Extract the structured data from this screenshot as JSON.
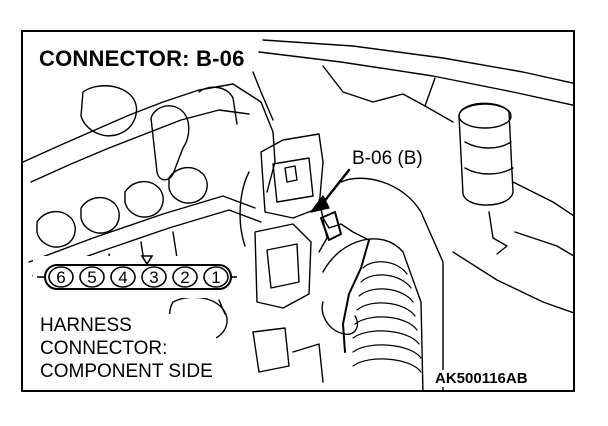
{
  "title": "CONNECTOR: B-06",
  "callout": "B-06 (B)",
  "harness_label": [
    "HARNESS",
    "CONNECTOR:",
    "COMPONENT SIDE"
  ],
  "figure_code": "AK500116AB",
  "connector_pins": [
    "6",
    "5",
    "4",
    "3",
    "2",
    "1"
  ],
  "colors": {
    "ink": "#000000",
    "paper": "#ffffff"
  }
}
